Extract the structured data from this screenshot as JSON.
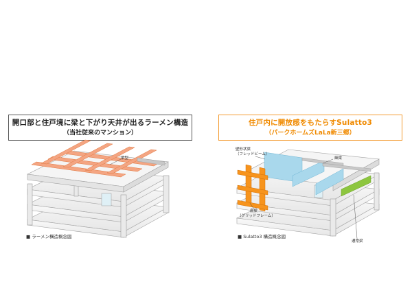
{
  "left": {
    "title_line1": "開口部と住戸境に梁と下がり天井が出るラーメン構造",
    "title_line2": "（当社従来のマンション）",
    "label_beam": "梁型",
    "caption": "■ ラーメン構造概念図"
  },
  "right": {
    "title_line1": "住戸内に開放感をもたらすSulatto3",
    "title_line2": "（パークホームズLaLa新三郷）",
    "label_wall_beam_1": "壁形状梁",
    "label_wall_beam_2": "（フレッドビーム）",
    "label_fine_beam": "細梁",
    "label_outer_beam_1": "扁梁",
    "label_outer_beam_2": "（グリッドフレーム）",
    "label_normal_beam": "通常梁",
    "caption": "■ Sulatto3 構造概念図"
  },
  "colors": {
    "accent_orange": "#f08a00",
    "beam_orange": "#f4a582",
    "wall_beam_blue": "#a9d8ec",
    "normal_beam_green": "#8dc63f",
    "slab_gray": "#f2f2f2",
    "edge_gray": "#999999"
  }
}
